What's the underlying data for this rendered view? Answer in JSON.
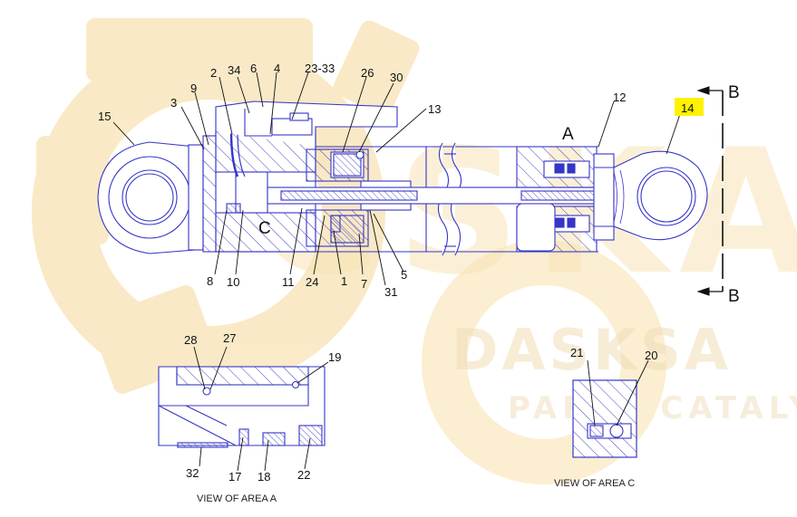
{
  "colors": {
    "outline": "#3535c8",
    "leader": "#111111",
    "hatch": "#2f2fbf",
    "highlight": "#fff200",
    "watermark": "#f7e3b4",
    "watermark_text": "#e9cf9a"
  },
  "watermark": {
    "big_text": "CSKA",
    "mid_text": "DASKSA",
    "small_text": "PARTS CATALYS"
  },
  "callouts": [
    {
      "id": "c15",
      "label": "15"
    },
    {
      "id": "c3",
      "label": "3"
    },
    {
      "id": "c9",
      "label": "9"
    },
    {
      "id": "c2",
      "label": "2"
    },
    {
      "id": "c34",
      "label": "34"
    },
    {
      "id": "c6",
      "label": "6"
    },
    {
      "id": "c4",
      "label": "4"
    },
    {
      "id": "c23",
      "label": "23-33"
    },
    {
      "id": "c26",
      "label": "26"
    },
    {
      "id": "c30",
      "label": "30"
    },
    {
      "id": "c13",
      "label": "13"
    },
    {
      "id": "c12",
      "label": "12"
    },
    {
      "id": "c14",
      "label": "14"
    },
    {
      "id": "c8",
      "label": "8"
    },
    {
      "id": "c10",
      "label": "10"
    },
    {
      "id": "c11",
      "label": "11"
    },
    {
      "id": "c24",
      "label": "24"
    },
    {
      "id": "c1",
      "label": "1"
    },
    {
      "id": "c7",
      "label": "7"
    },
    {
      "id": "c31",
      "label": "31"
    },
    {
      "id": "c5",
      "label": "5"
    },
    {
      "id": "c28",
      "label": "28"
    },
    {
      "id": "c27",
      "label": "27"
    },
    {
      "id": "c19",
      "label": "19"
    },
    {
      "id": "c32",
      "label": "32"
    },
    {
      "id": "c17",
      "label": "17"
    },
    {
      "id": "c18",
      "label": "18"
    },
    {
      "id": "c22",
      "label": "22"
    },
    {
      "id": "c21",
      "label": "21"
    },
    {
      "id": "c20",
      "label": "20"
    }
  ],
  "view_letters": {
    "a": "A",
    "c": "C",
    "b_top": "B",
    "b_bottom": "B"
  },
  "captions": {
    "area_a": "VIEW OF AREA A",
    "area_c": "VIEW OF AREA C"
  }
}
